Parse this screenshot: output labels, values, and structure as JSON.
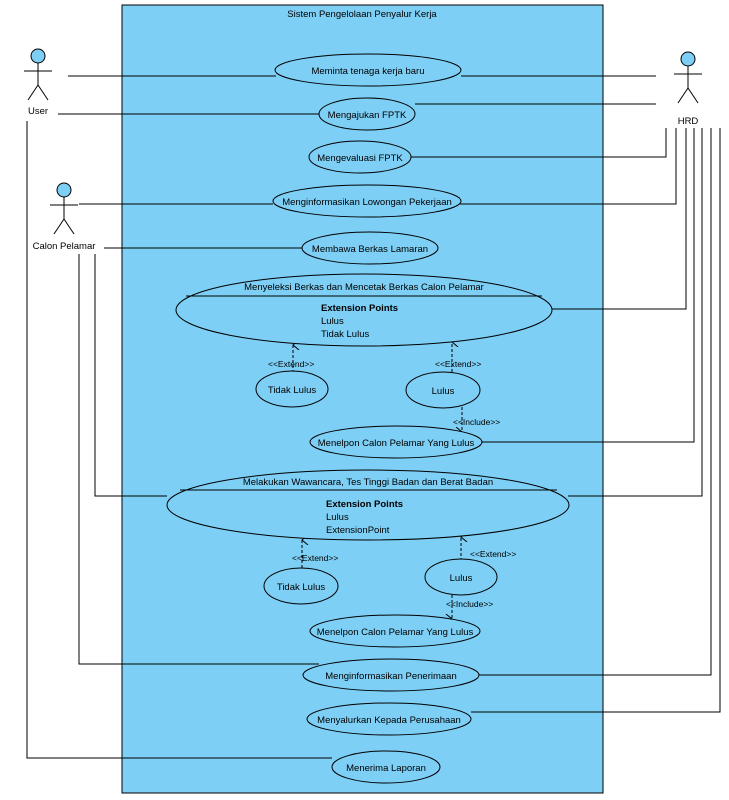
{
  "diagram": {
    "system_title": "Sistem Pengelolaan Penyalur Kerja",
    "colors": {
      "system_fill": "#7ecff5",
      "actor_fill": "#7ecff5",
      "line": "#000000"
    },
    "actors": {
      "user": "User",
      "hrd": "HRD",
      "calon_pelamar": "Calon Pelamar"
    },
    "use_cases": {
      "uc1": "Meminta tenaga kerja baru",
      "uc2": "Mengajukan FPTK",
      "uc3": "Mengevaluasi FPTK",
      "uc4": "Menginformasikan Lowongan Pekerjaan",
      "uc5": "Membawa Berkas Lamaran",
      "uc6": "Menyeleksi Berkas dan Mencetak Berkas Calon Pelamar",
      "uc6_ext_title": "Extension Points",
      "uc6_ext1": "Lulus",
      "uc6_ext2": "Tidak Lulus",
      "uc7": "Tidak Lulus",
      "uc8": "Lulus",
      "uc9": "Menelpon Calon Pelamar Yang Lulus",
      "uc10": "Melakukan Wawancara, Tes Tinggi Badan dan Berat Badan",
      "uc10_ext_title": "Extension Points",
      "uc10_ext1": "Lulus",
      "uc10_ext2": "ExtensionPoint",
      "uc11": "Tidak Lulus",
      "uc12": "Lulus",
      "uc13": "Menelpon Calon Pelamar Yang Lulus",
      "uc14": "Menginformasikan Penerimaan",
      "uc15": "Menyalurkan Kepada Perusahaan",
      "uc16": "Menerima Laporan"
    },
    "relations": {
      "extend": "<<Extend>>",
      "include": "<<Include>>"
    }
  }
}
